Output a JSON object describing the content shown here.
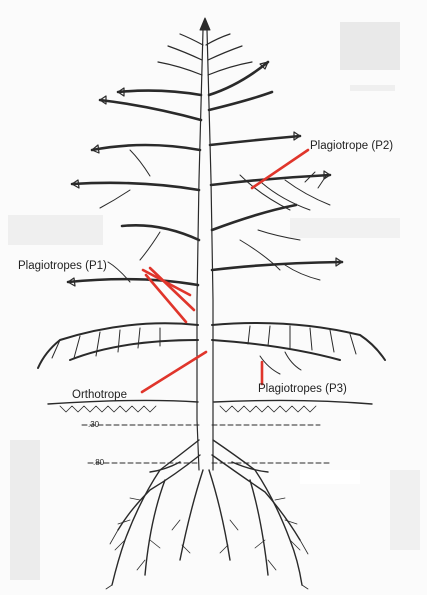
{
  "labels": {
    "p2": "Plagiotrope (P2)",
    "p1": "Plagiotropes (P1)",
    "orthotrope": "Orthotrope",
    "p3": "Plagiotropes (P3)"
  },
  "depth_marks": {
    "upper": ".30",
    "lower": ".80"
  },
  "colors": {
    "line": "#2a2a2a",
    "pointer": "#e0352b",
    "background": "#fbfbfb",
    "ghost": "#e6e6e6"
  }
}
